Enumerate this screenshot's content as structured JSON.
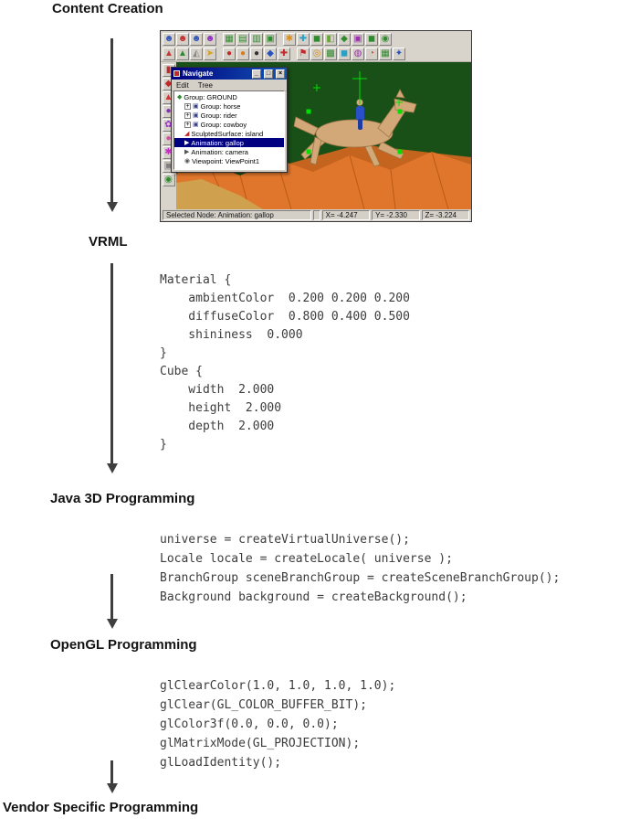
{
  "headings": {
    "content_creation": "Content Creation",
    "vrml": "VRML",
    "java3d": "Java 3D Programming",
    "opengl": "OpenGL Programming",
    "vendor": "Vendor Specific Programming"
  },
  "code": {
    "vrml": "Material {\n    ambientColor  0.200 0.200 0.200\n    diffuseColor  0.800 0.400 0.500\n    shininess  0.000\n}\nCube {\n    width  2.000\n    height  2.000\n    depth  2.000\n}",
    "java3d": "universe = createVirtualUniverse();\nLocale locale = createLocale( universe );\nBranchGroup sceneBranchGroup = createSceneBranchGroup();\nBackground background = createBackground();",
    "opengl": "glClearColor(1.0, 1.0, 1.0, 1.0);\nglClear(GL_COLOR_BUFFER_BIT);\nglColor3f(0.0, 0.0, 0.0);\nglMatrixMode(GL_PROJECTION);\nglLoadIdentity();"
  },
  "app": {
    "toolbar_row1": [
      {
        "g": "☻",
        "c": "#2a52be"
      },
      {
        "g": "☻",
        "c": "#c22a2a"
      },
      {
        "g": "☻",
        "c": "#2a52be"
      },
      {
        "g": "☻",
        "c": "#8a2abe"
      },
      {
        "sep": true
      },
      {
        "g": "▦",
        "c": "#2e8b2e"
      },
      {
        "g": "▤",
        "c": "#2e8b2e"
      },
      {
        "g": "▥",
        "c": "#2e8b2e"
      },
      {
        "g": "▣",
        "c": "#2e8b2e"
      },
      {
        "sep": true
      },
      {
        "g": "✱",
        "c": "#d89020"
      },
      {
        "g": "✚",
        "c": "#28a0c8"
      },
      {
        "g": "◼",
        "c": "#2e8b2e"
      },
      {
        "g": "◧",
        "c": "#68a832"
      },
      {
        "g": "◆",
        "c": "#2e8b2e"
      },
      {
        "g": "▣",
        "c": "#9a32aa"
      },
      {
        "g": "◼",
        "c": "#2e8b2e"
      },
      {
        "g": "◉",
        "c": "#2e8b2e"
      }
    ],
    "toolbar_row2": [
      {
        "g": "▲",
        "c": "#c23a3a"
      },
      {
        "g": "▲",
        "c": "#2e8b2e"
      },
      {
        "g": "◭",
        "c": "#888888"
      },
      {
        "g": "➤",
        "c": "#d8a020"
      },
      {
        "sep": true
      },
      {
        "g": "●",
        "c": "#c22a2a"
      },
      {
        "g": "●",
        "c": "#d87c20"
      },
      {
        "g": "●",
        "c": "#303030"
      },
      {
        "g": "◆",
        "c": "#2a52be"
      },
      {
        "g": "✚",
        "c": "#c22a2a"
      },
      {
        "sep": true
      },
      {
        "g": "⚑",
        "c": "#c22a2a"
      },
      {
        "g": "◎",
        "c": "#d89020"
      },
      {
        "g": "▩",
        "c": "#2e8b2e"
      },
      {
        "g": "◼",
        "c": "#28a0c8"
      },
      {
        "g": "◍",
        "c": "#9a32aa"
      },
      {
        "g": "◔",
        "c": "#d84020"
      },
      {
        "g": "▦",
        "c": "#2e8b2e"
      },
      {
        "g": "✦",
        "c": "#2a52be"
      }
    ],
    "side_toolbar": [
      {
        "g": "▮",
        "c": "#c22a2a"
      },
      {
        "g": "◆",
        "c": "#c22a2a"
      },
      {
        "g": "▲",
        "c": "#d83030"
      },
      {
        "g": "●",
        "c": "#8a2abe"
      },
      {
        "g": "✿",
        "c": "#9a32c8"
      },
      {
        "g": "●",
        "c": "#d848a8"
      },
      {
        "g": "✱",
        "c": "#c828c8"
      },
      {
        "g": "▣",
        "c": "#808080"
      },
      {
        "g": "◉",
        "c": "#2e8b2e"
      }
    ],
    "palette": {
      "title": "Navigate",
      "window_buttons": {
        "minimize": "_",
        "maximize": "□",
        "close": "×"
      },
      "menu": [
        "Edit",
        "Tree"
      ],
      "tree": [
        {
          "icon": "◆",
          "label": "Group: GROUND"
        },
        {
          "expand": "+",
          "icon": "▣",
          "label": "Group: horse"
        },
        {
          "expand": "+",
          "icon": "▣",
          "label": "Group: rider"
        },
        {
          "expand": "+",
          "icon": "▣",
          "label": "Group: cowboy"
        },
        {
          "icon": "◢",
          "label": "SculptedSurface: island"
        },
        {
          "icon": "▶",
          "label": "Animation: gallop"
        },
        {
          "icon": "▶",
          "label": "Animation: camera"
        },
        {
          "icon": "◉",
          "label": "Viewpoint: ViewPoint1"
        }
      ]
    },
    "status": {
      "selected_node": "Selected Node: Animation: gallop",
      "x": "X= -4.247",
      "y": "Y= -2.330",
      "z": "Z= -3.224"
    }
  },
  "colors": {
    "arrow": "#3f3f3f",
    "viewport_bg": "#185018",
    "terrain": "#e0762c",
    "horse": "#d2a878",
    "rider": "#2a50c8",
    "handles": "#00e000",
    "titlebar": "#000080"
  }
}
